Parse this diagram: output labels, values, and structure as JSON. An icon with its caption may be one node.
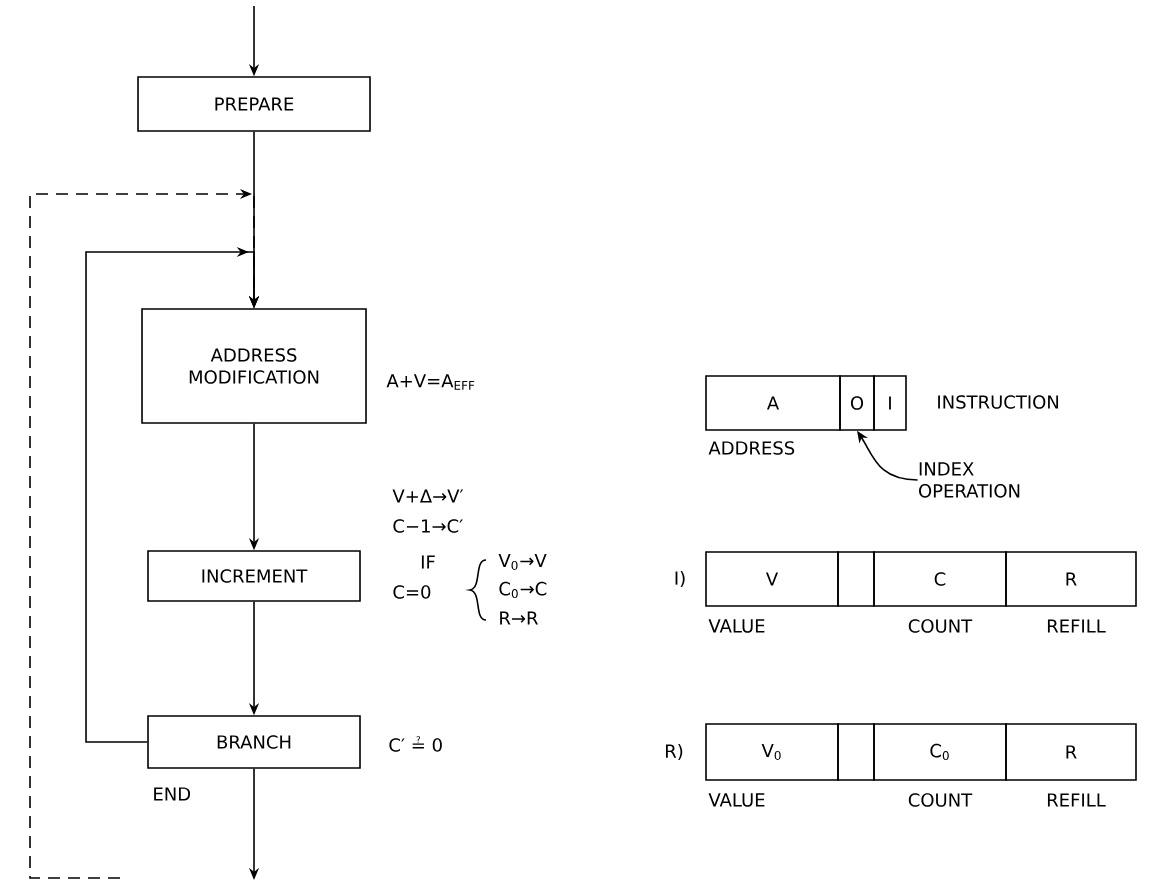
{
  "diagram": {
    "nodes": [
      {
        "text": [
          "PREPARE"
        ]
      },
      {
        "text": [
          "ADDRESS MODIFICATION"
        ],
        "beside": [
          "A+V=A$_{EFF}$"
        ]
      },
      {
        "text": [
          "INCREMENT"
        ]
      },
      {
        "text": [
          "BRANCH"
        ],
        "beside": [
          "C′ ≟ 0"
        ]
      },
      {
        "text": [
          "A"
        ],
        "beside": [
          "ADDRESS"
        ]
      },
      {
        "text": [
          "O"
        ]
      },
      {
        "text": [
          "I"
        ]
      },
      {
        "text": [
          "INDEX OPERATION"
        ]
      },
      {
        "text": [
          "V"
        ],
        "beside": [
          "VALUE"
        ]
      },
      {
        "text": [],
        "shape": "box"
      },
      {
        "text": [
          "C"
        ],
        "beside": [
          "COUNT"
        ]
      },
      {
        "text": [
          "R"
        ],
        "beside": [
          "REFILL"
        ]
      },
      {
        "text": [
          "V$_{0}$"
        ],
        "beside": [
          "VALUE"
        ]
      },
      {
        "text": [],
        "shape": "box"
      },
      {
        "text": [
          "C$_{0}$"
        ],
        "beside": [
          "COUNT"
        ]
      },
      {
        "text": [
          "R"
        ],
        "beside": [
          "REFILL"
        ]
      }
    ],
    "edges": [
      {
        "from": null,
        "to": 0,
        "arrow": "to"
      },
      {
        "from": 0,
        "to": 1,
        "arrow": "to"
      },
      {
        "from": 1,
        "to": 2,
        "arrow": "to"
      },
      {
        "from": 2,
        "to": 3,
        "arrow": "to"
      },
      {
        "from": 3,
        "to": null,
        "arrow": "to",
        "label": "END"
      },
      {
        "from": 3,
        "to": 1,
        "arrow": "to"
      },
      {
        "from": null,
        "to": 1,
        "arrow": "to",
        "style": "dashed"
      },
      {
        "from": 7,
        "to": 5,
        "arrow": "to"
      }
    ],
    "labels": [
      "INSTRUCTION",
      "V+Δ→V′",
      "C−1→C′",
      "IF",
      "C=0",
      "V$_{0}$→V",
      "C$_{0}$→C",
      "R→R",
      "I)",
      "R)"
    ]
  }
}
